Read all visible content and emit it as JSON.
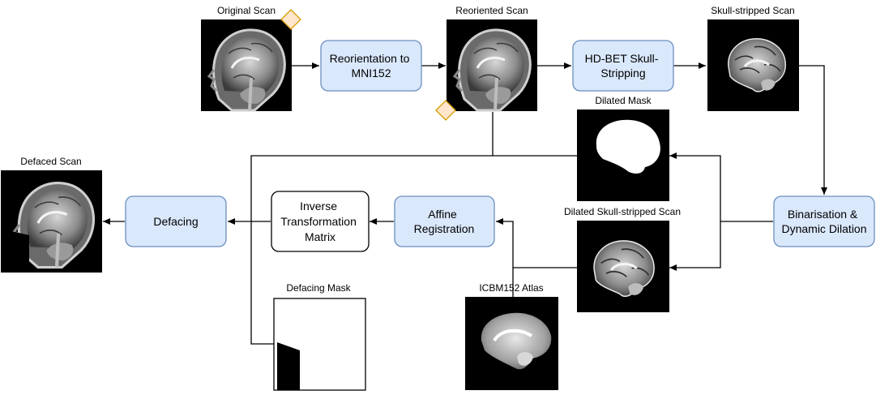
{
  "colors": {
    "process_fill": "#dae8fc",
    "process_stroke": "#6c8ebf",
    "matrix_fill": "#ffffff",
    "diamond_fill": "#ffe6cc",
    "diamond_stroke": "#d79b00",
    "scan_bg": "#000000",
    "edge": "#000000"
  },
  "images": {
    "original_scan": "Original Scan",
    "reoriented_scan": "Reoriented Scan",
    "skull_stripped_scan": "Skull-stripped Scan",
    "dilated_mask": "Dilated Mask",
    "dilated_skull_stripped_scan": "Dilated Skull-stripped Scan",
    "icbm152_atlas": "ICBM152 Atlas",
    "defacing_mask": "Defacing Mask",
    "defaced_scan": "Defaced Scan"
  },
  "steps": {
    "reorientation": [
      "Reorientation to",
      "MNI152"
    ],
    "hdbet": [
      "HD-BET Skull-",
      "Stripping"
    ],
    "binarisation": [
      "Binarisation &",
      "Dynamic Dilation"
    ],
    "affine": [
      "Affine",
      "Registration"
    ],
    "inverse": [
      "Inverse",
      "Transformation",
      "Matrix"
    ],
    "defacing": [
      "Defacing"
    ]
  }
}
